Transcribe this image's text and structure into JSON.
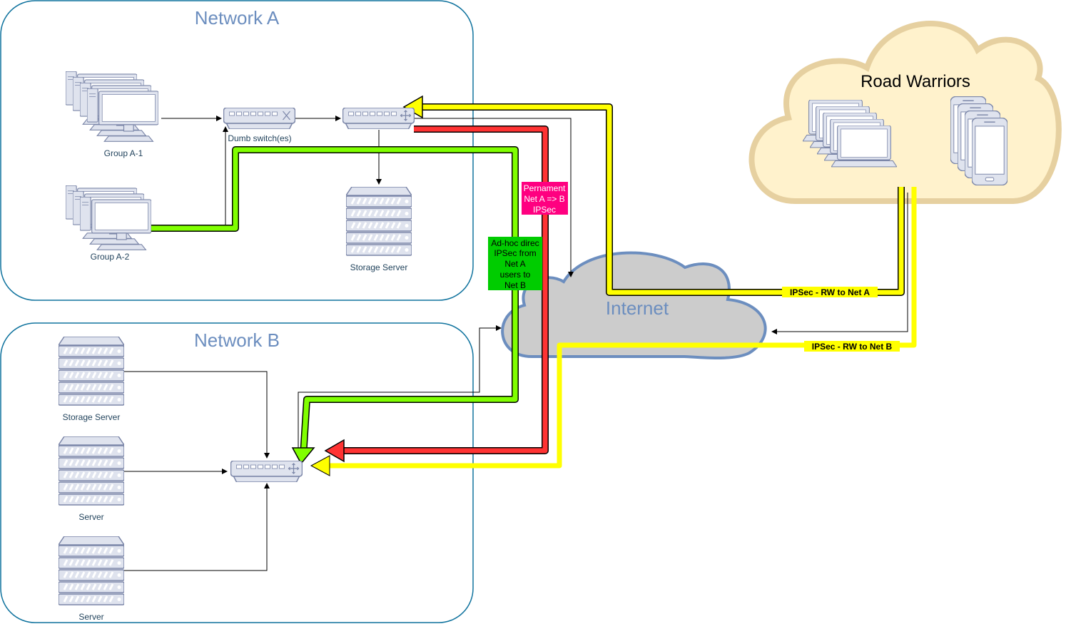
{
  "network_a": {
    "title": "Network A",
    "group_a1_label": "Group A-1",
    "group_a2_label": "Group A-2",
    "dumb_switch_label": "Dumb switch(es)",
    "storage_label": "Storage Server"
  },
  "network_b": {
    "title": "Network B",
    "storage_label": "Storage Server",
    "server1_label": "Server",
    "server2_label": "Server"
  },
  "internet": {
    "title": "Internet"
  },
  "road_warriors": {
    "title": "Road Warriors"
  },
  "tunnels": {
    "permanent": {
      "line1": "Pernament",
      "line2": "Net A => B",
      "line3": "IPSec",
      "color": "#ff0080"
    },
    "adhoc": {
      "line1": "Ad-hoc direc",
      "line2": "IPSec from",
      "line3": "Net A",
      "line4": "users to",
      "line5": "Net B",
      "color": "#00cc00"
    },
    "rw_to_a": {
      "label": "IPSec - RW to Net A",
      "color": "#ffff00"
    },
    "rw_to_b": {
      "label": "IPSec - RW to Net B",
      "color": "#ffff00"
    }
  },
  "colors": {
    "container_stroke": "#10739e",
    "device_fill": "#dfe3ee",
    "device_stroke": "#8b95b8",
    "yellow_tunnel": "#ffff00",
    "red_tunnel": "#ff3333",
    "green_tunnel": "#80ff00",
    "cloud_fill": "#fff2cc",
    "cloud_stroke": "#d6b656",
    "internet_fill": "#cccccc",
    "internet_stroke": "#6c8ebf"
  }
}
